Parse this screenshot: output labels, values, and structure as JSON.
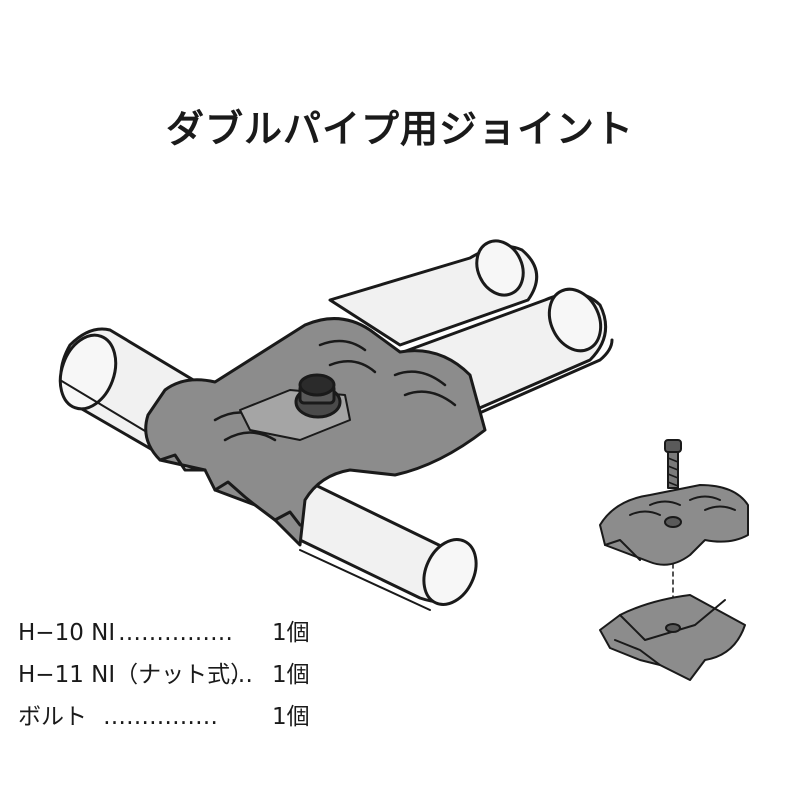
{
  "title": "ダブルパイプ用ジョイント",
  "parts": [
    {
      "name": "H−10 NI",
      "leader": "……………",
      "qty": "1個"
    },
    {
      "name": "H−11 NI（ナット式）",
      "leader": "…",
      "qty": "1個"
    },
    {
      "name": "ボルト",
      "leader": "……………",
      "qty": "1個"
    }
  ],
  "colors": {
    "line": "#1a1a1a",
    "pipe": "#f1f1f1",
    "joint": "#8c8c8c",
    "joint_shade": "#6f6f6f"
  }
}
